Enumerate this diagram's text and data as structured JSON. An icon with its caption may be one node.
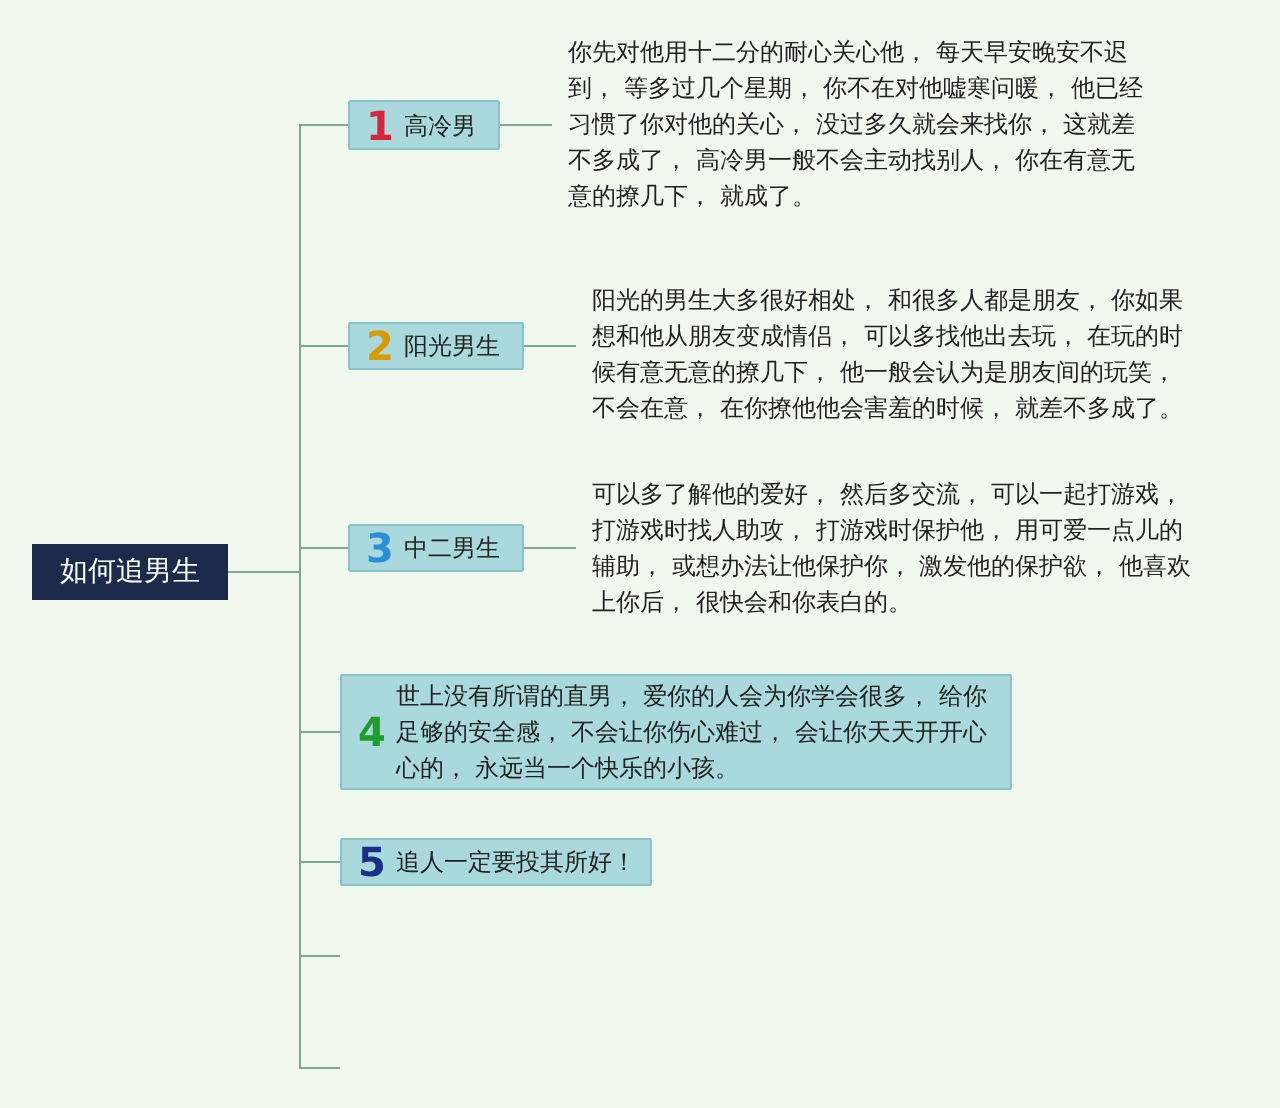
{
  "diagram": {
    "nodes": [
      {
        "text": [
          "如何追男生"
        ]
      },
      {
        "text": [
          "1",
          "高冷男"
        ]
      },
      {
        "text": [
          "你先对他用十二分的耐心关心他， 每天早安晚安不迟到， 等多过几个星期， 你不在对他嘘寒问暖， 他已经习惯了你对他的关心， 没过多久就会来找你， 这就差不多成了， 高冷男一般不会主动找别人， 你在有意无意的撩几下， 就成了。"
        ]
      },
      {
        "text": [
          "2",
          "阳光男生"
        ]
      },
      {
        "text": [
          "阳光的男生大多很好相处， 和很多人都是朋友， 你如果想和他从朋友变成情侣， 可以多找他出去玩， 在玩的时候有意无意的撩几下， 他一般会认为是朋友间的玩笑，不会在意， 在你撩他他会害羞的时候， 就差不多成了。"
        ]
      },
      {
        "text": [
          "3",
          "中二男生"
        ]
      },
      {
        "text": [
          "可以多了解他的爱好， 然后多交流， 可以一起打游戏，打游戏时找人助攻， 打游戏时保护他， 用可爱一点儿的辅助， 或想办法让他保护你， 激发他的保护欲， 他喜欢上你后， 很快会和你表白的。"
        ]
      },
      {
        "text": [
          "4",
          "世上没有所谓的直男， 爱你的人会为你学会很多， 给你足够的安全感， 不会让你伤心难过， 会让你天天开开心心的， 永远当一个快乐的小孩。"
        ]
      },
      {
        "text": [
          "5",
          "追人一定要投其所好！"
        ]
      }
    ],
    "edges": [
      {
        "from": 0,
        "to": 1,
        "arrow": "none"
      },
      {
        "from": 0,
        "to": 3,
        "arrow": "none"
      },
      {
        "from": 0,
        "to": 5,
        "arrow": "none"
      },
      {
        "from": 0,
        "to": 7,
        "arrow": "none"
      },
      {
        "from": 0,
        "to": 8,
        "arrow": "none"
      },
      {
        "from": 0,
        "to": null,
        "arrow": "none"
      },
      {
        "from": 0,
        "to": null,
        "arrow": "none"
      },
      {
        "from": 1,
        "to": 2,
        "arrow": "none"
      },
      {
        "from": 3,
        "to": 4,
        "arrow": "none"
      },
      {
        "from": 5,
        "to": 6,
        "arrow": "none"
      }
    ]
  }
}
